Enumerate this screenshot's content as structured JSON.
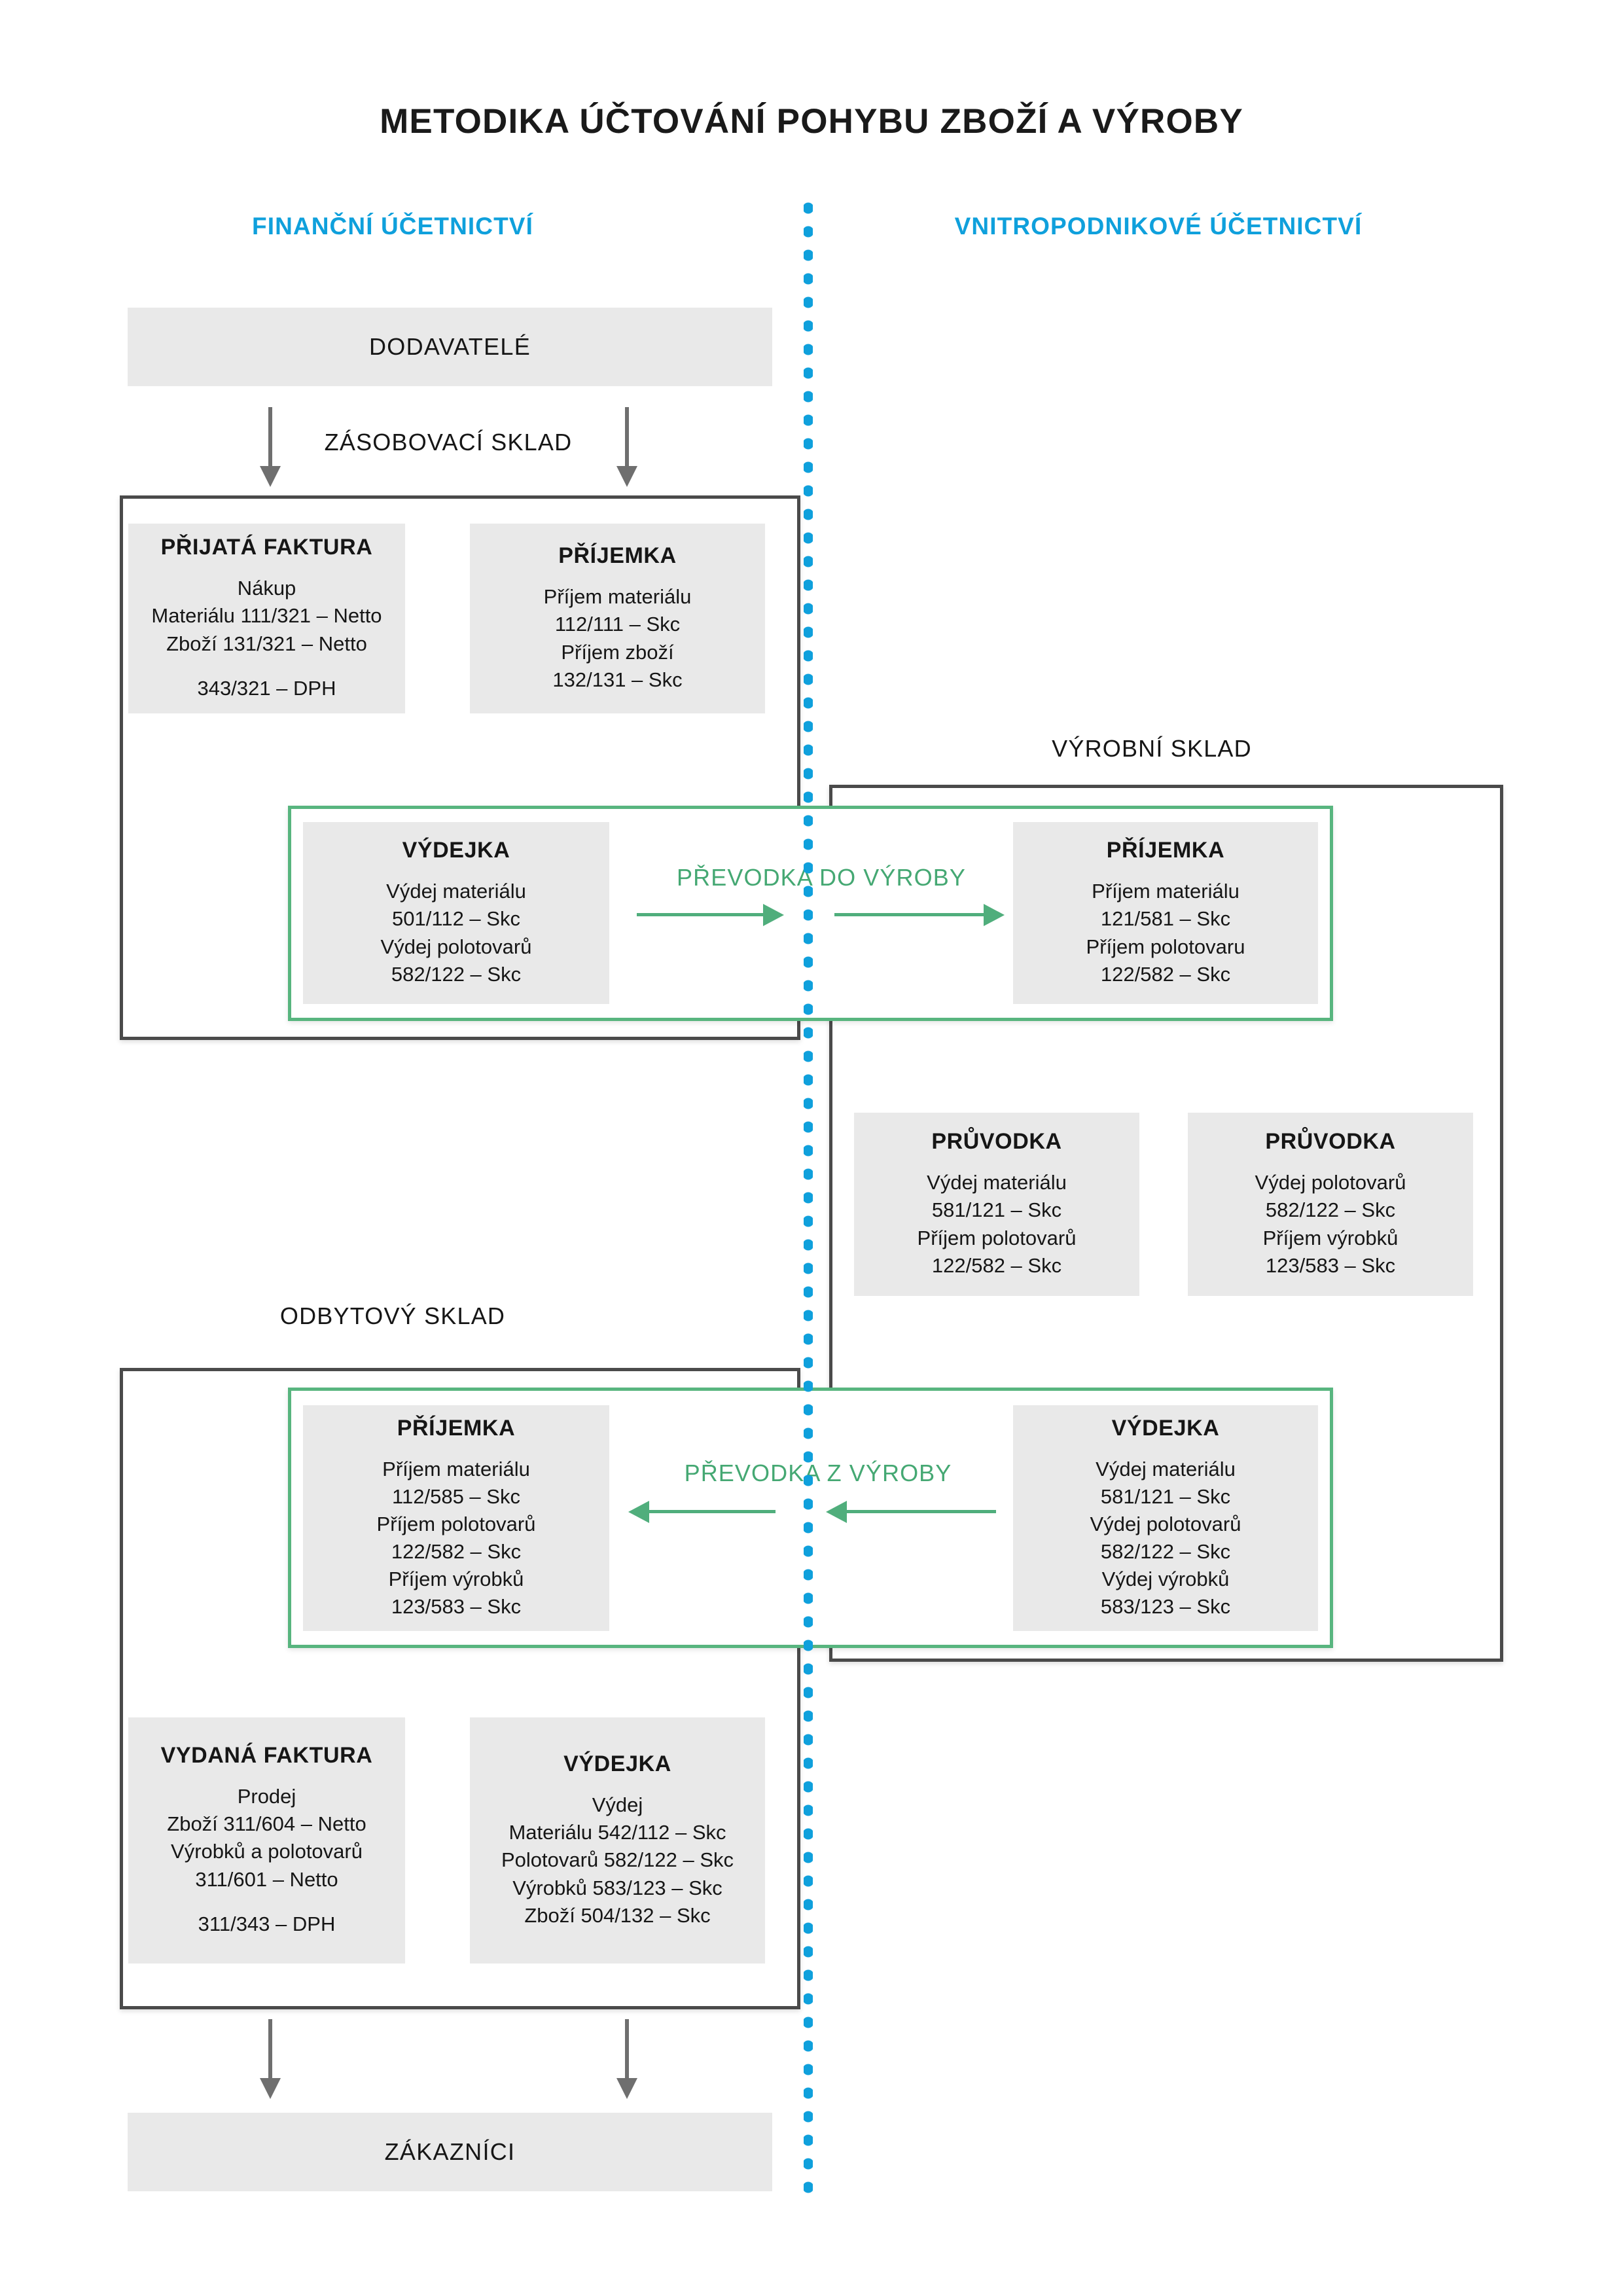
{
  "title": "METODIKA ÚČTOVÁNÍ POHYBU ZBOŽÍ A VÝROBY",
  "columns": {
    "financial": "FINANČNÍ ÚČETNICTVÍ",
    "internal": "VNITROPODNIKOVÉ ÚČETNICTVÍ"
  },
  "colors": {
    "accent_blue": "#0fa0dc",
    "accent_green": "#58b57f",
    "transfer_green": "#45a873",
    "panel_grey": "#e9e9e9",
    "frame_dark": "#4a4a4a",
    "arrow_grey": "#6f6f6f"
  },
  "zones": {
    "zasobovaci": "ZÁSOBOVACÍ SKLAD",
    "vyrobni": "VÝROBNÍ SKLAD",
    "odbytovy": "ODBYTOVÝ SKLAD"
  },
  "endpoints": {
    "suppliers": "DODAVATELÉ",
    "customers": "ZÁKAZNÍCI"
  },
  "transfers": {
    "to_production": "PŘEVODKA  DO VÝROBY",
    "from_production": "PŘEVODKA  Z VÝROBY"
  },
  "boxes": {
    "prijata_faktura": {
      "heading": "PŘIJATÁ FAKTURA",
      "lines": [
        "Nákup",
        "Materiálu 111/321 – Netto",
        "Zboží 131/321 – Netto"
      ],
      "extra": "343/321 – DPH"
    },
    "prijemka_zasob": {
      "heading": "PŘÍJEMKA",
      "lines": [
        "Příjem materiálu",
        "112/111 – Skc",
        "Příjem zboží",
        "132/131 – Skc"
      ]
    },
    "vydejka_do_vyroby": {
      "heading": "VÝDEJKA",
      "lines": [
        "Výdej materiálu",
        "501/112 – Skc",
        "Výdej polotovarů",
        "582/122 – Skc"
      ]
    },
    "prijemka_vyrobni": {
      "heading": "PŘÍJEMKA",
      "lines": [
        "Příjem materiálu",
        "121/581 – Skc",
        "Příjem polotovaru",
        "122/582 – Skc"
      ]
    },
    "pruvodka_material": {
      "heading": "PRŮVODKA",
      "lines": [
        "Výdej materiálu",
        "581/121 – Skc",
        "Příjem polotovarů",
        "122/582 – Skc"
      ]
    },
    "pruvodka_polotovary": {
      "heading": "PRŮVODKA",
      "lines": [
        "Výdej polotovarů",
        "582/122 – Skc",
        "Příjem výrobků",
        "123/583 – Skc"
      ]
    },
    "prijemka_odbyt": {
      "heading": "PŘÍJEMKA",
      "lines": [
        "Příjem materiálu",
        "112/585 – Skc",
        "Příjem polotovarů",
        "122/582 – Skc",
        "Příjem výrobků",
        "123/583 – Skc"
      ]
    },
    "vydejka_z_vyroby": {
      "heading": "VÝDEJKA",
      "lines": [
        "Výdej materiálu",
        "581/121 – Skc",
        "Výdej polotovarů",
        "582/122 – Skc",
        "Výdej výrobků",
        "583/123 – Skc"
      ]
    },
    "vydana_faktura": {
      "heading": "VYDANÁ FAKTURA",
      "lines": [
        "Prodej",
        "Zboží 311/604 – Netto",
        "Výrobků a polotovarů",
        "311/601 – Netto"
      ],
      "extra": "311/343 – DPH"
    },
    "vydejka_odbyt": {
      "heading": "VÝDEJKA",
      "lines": [
        "Výdej",
        "Materiálu 542/112 – Skc",
        "Polotovarů 582/122 – Skc",
        "Výrobků 583/123 – Skc",
        "Zboží 504/132 – Skc"
      ]
    }
  }
}
